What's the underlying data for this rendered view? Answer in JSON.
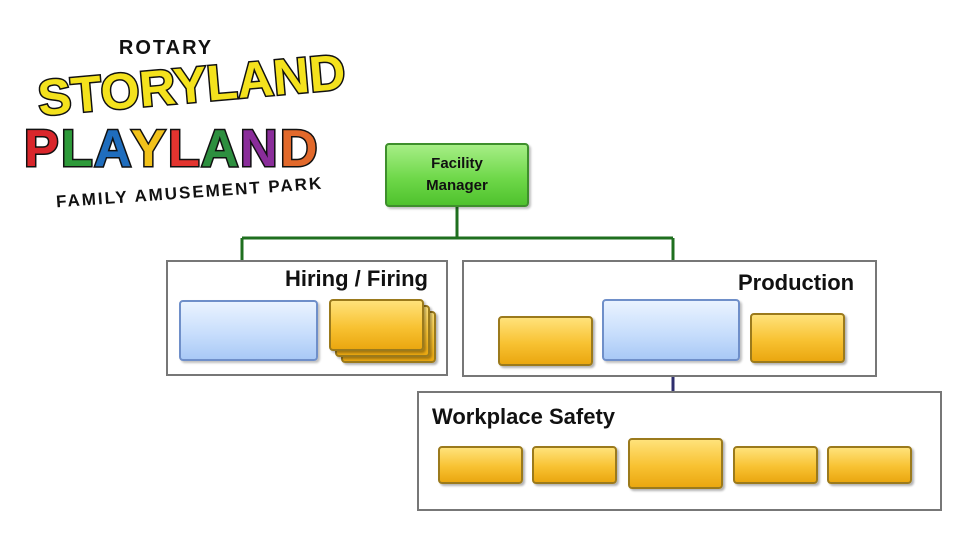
{
  "logo": {
    "line1": "ROTARY",
    "line2": "STORYLAND",
    "line3": "PLAYLAND",
    "line4": "FAMILY AMUSEMENT PARK"
  },
  "top_node": {
    "label": "Facility Manager"
  },
  "groups": {
    "hiring": {
      "title": "Hiring / Firing"
    },
    "production": {
      "title": "Production"
    },
    "safety": {
      "title": "Workplace Safety"
    }
  },
  "colors": {
    "manager": "#6fd84a",
    "lead": "#c8defc",
    "staff": "#f8c232",
    "connector_green": "#1f6f1f",
    "connector_navy": "#2e2e6e"
  }
}
